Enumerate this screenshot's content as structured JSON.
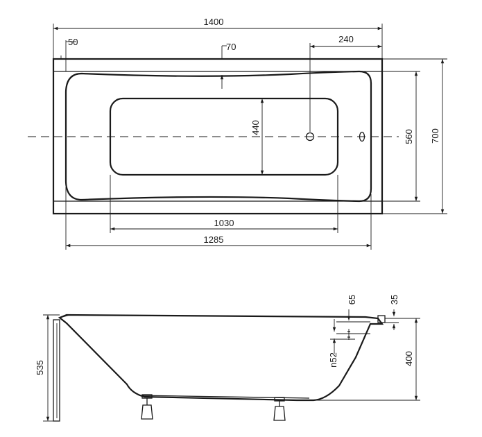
{
  "top_view": {
    "dims": {
      "overall_length": "1400",
      "rim_left": "50",
      "rim_top": "70",
      "drain_offset": "240",
      "inner_width": "440",
      "basin_width": "560",
      "overall_width": "700",
      "inner_length": "1030",
      "basin_length": "1285"
    }
  },
  "side_view": {
    "dims": {
      "overflow_offset": "65",
      "rim_thickness": "35",
      "overflow_diameter": "n52",
      "depth": "400",
      "total_height": "535"
    }
  }
}
